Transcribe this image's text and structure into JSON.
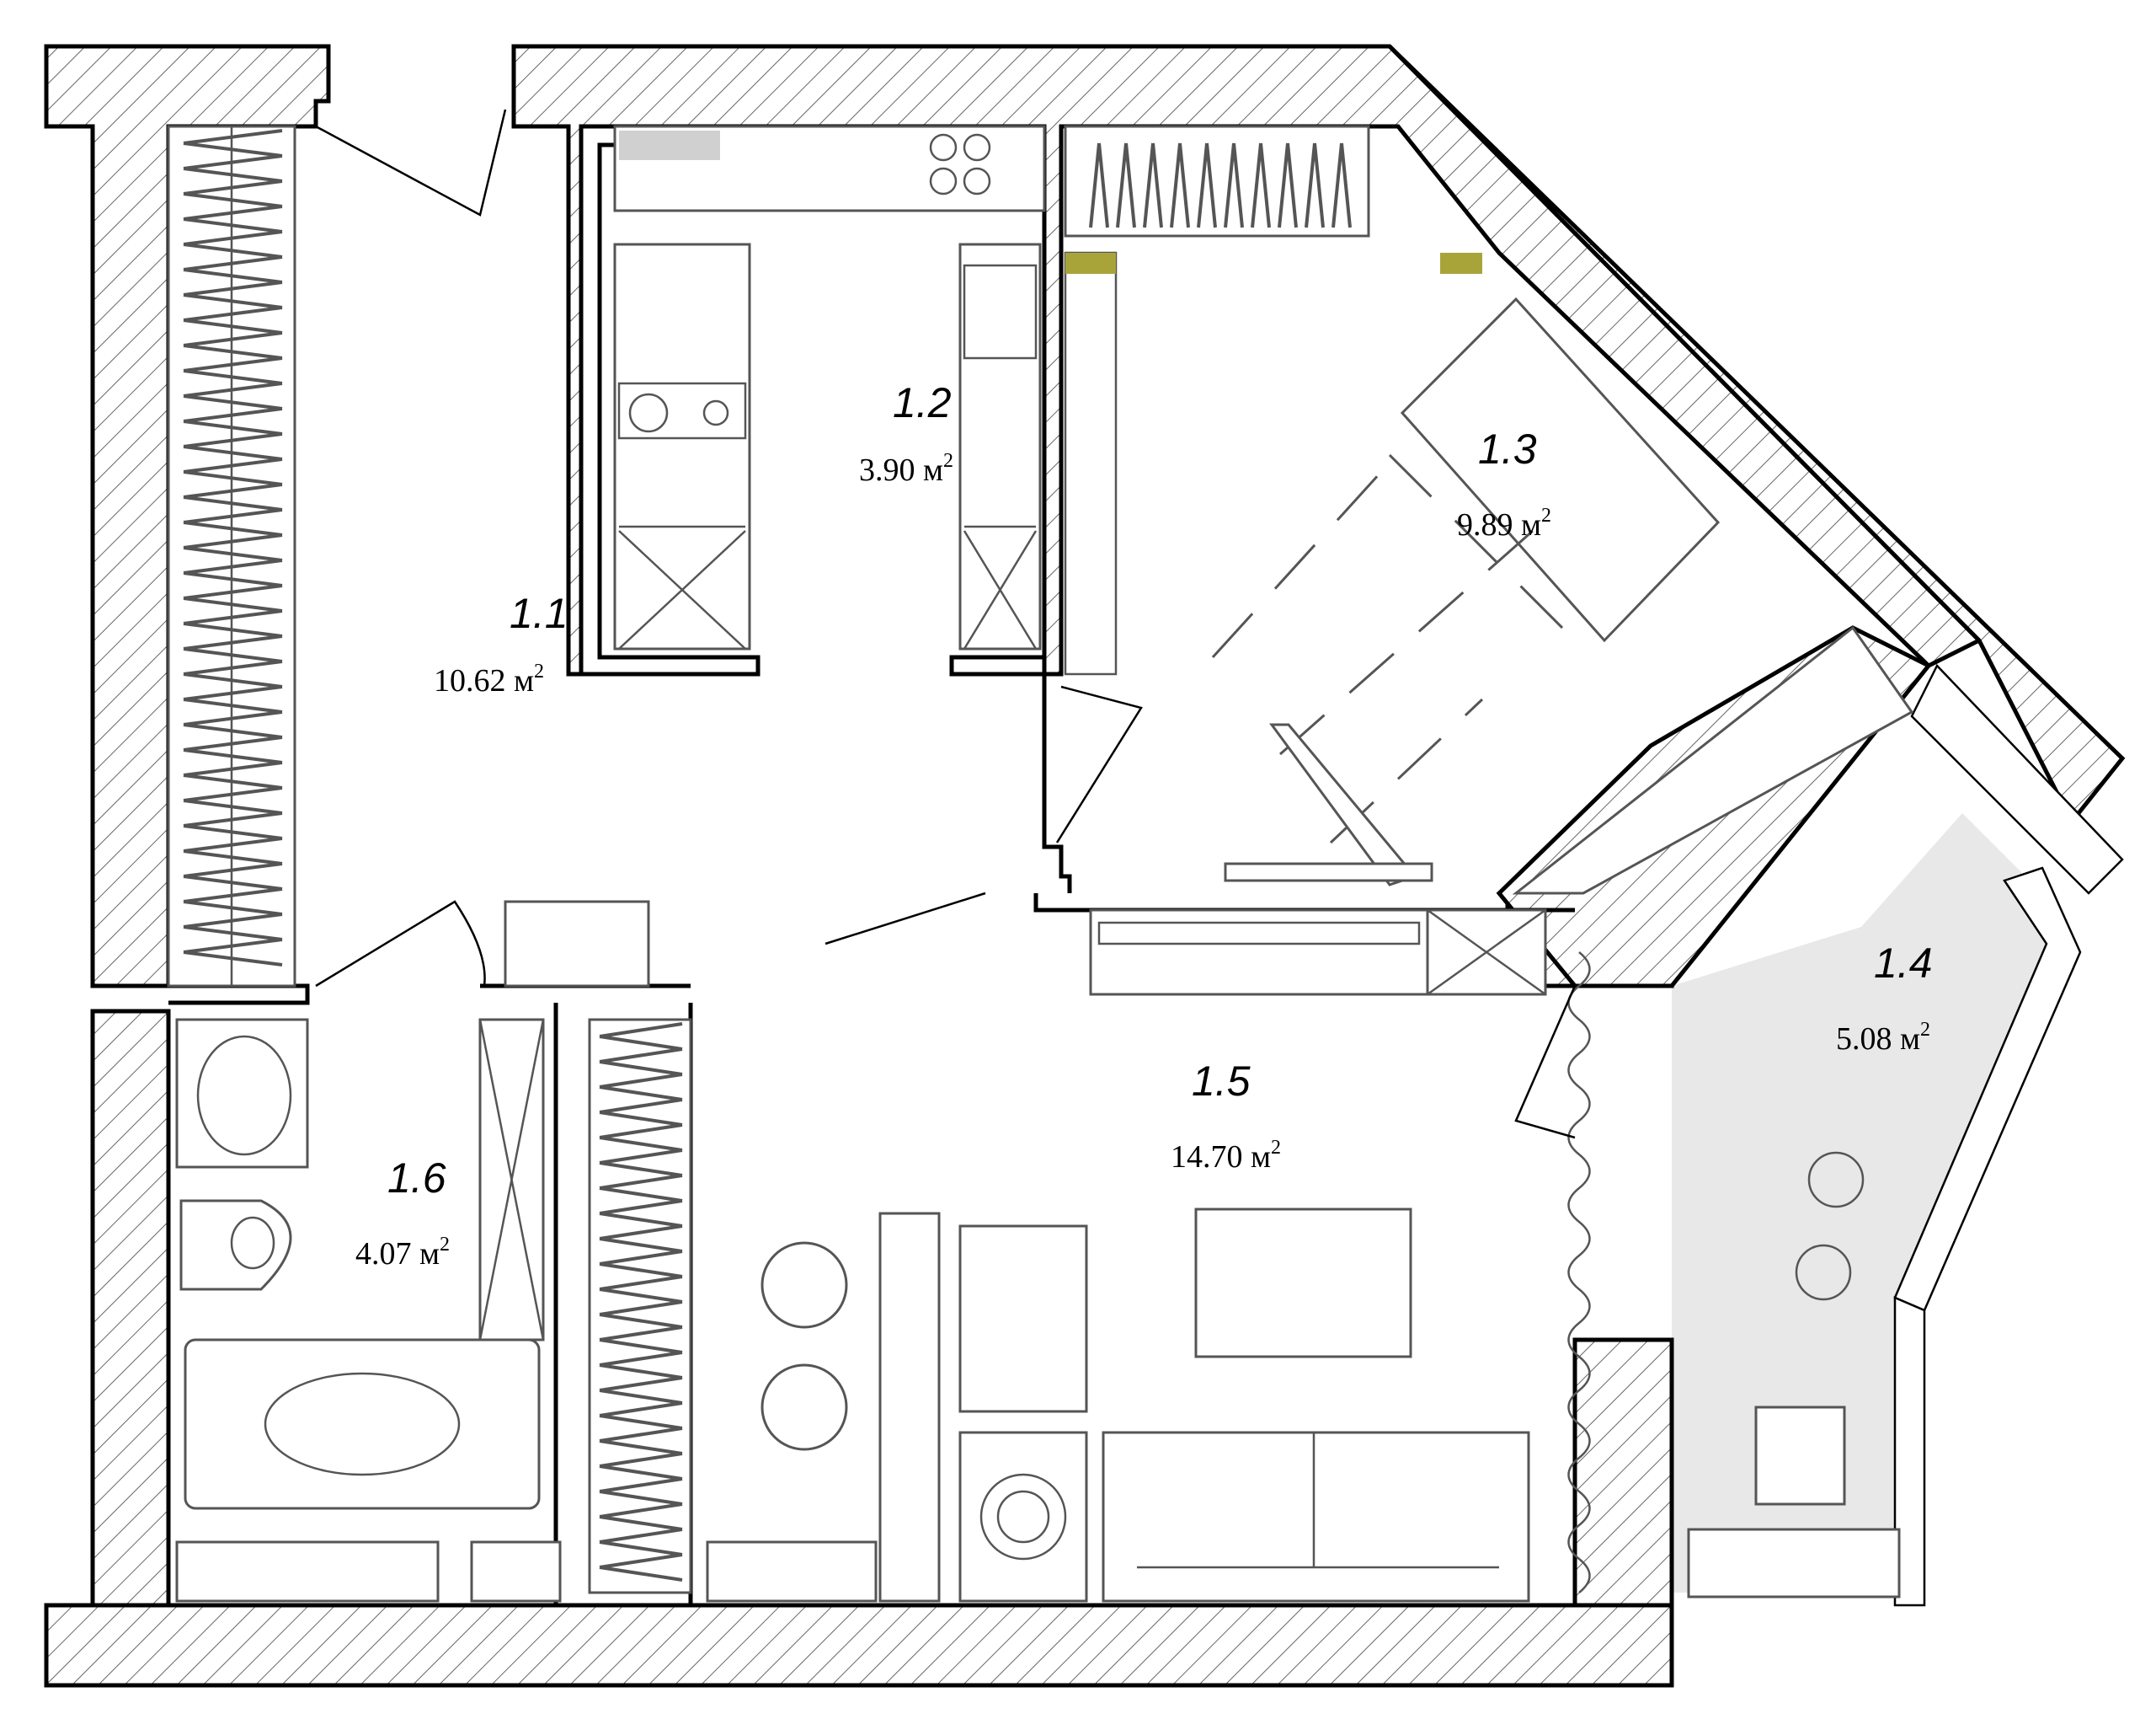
{
  "rooms": [
    {
      "id": "1.1",
      "number": "1.1",
      "area": "10.62",
      "unit": "м",
      "exp": "2"
    },
    {
      "id": "1.2",
      "number": "1.2",
      "area": "3.90",
      "unit": "м",
      "exp": "2"
    },
    {
      "id": "1.3",
      "number": "1.3",
      "area": "9.89",
      "unit": "м",
      "exp": "2"
    },
    {
      "id": "1.4",
      "number": "1.4",
      "area": "5.08",
      "unit": "м",
      "exp": "2"
    },
    {
      "id": "1.5",
      "number": "1.5",
      "area": "14.70",
      "unit": "м",
      "exp": "2"
    },
    {
      "id": "1.6",
      "number": "1.6",
      "area": "4.07",
      "unit": "м",
      "exp": "2"
    }
  ],
  "colors": {
    "wall_stroke": "#000000",
    "hatch": "#555555",
    "furniture": "#555555",
    "balcony_fill": "#e8e8e8",
    "accent_olive": "#a8a43a",
    "counter_grey": "#d0d0d0"
  }
}
